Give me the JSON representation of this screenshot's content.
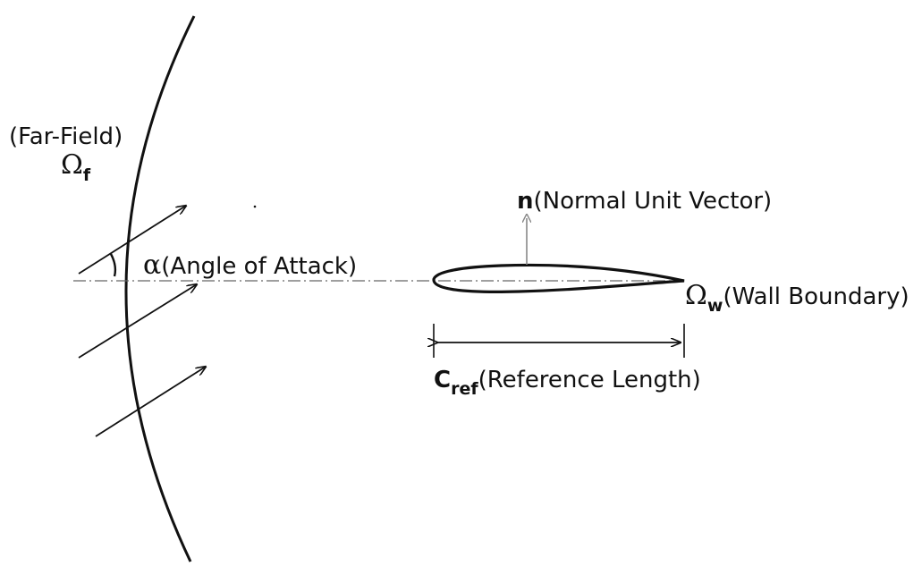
{
  "labels": {
    "far_field": "(Far-Field)",
    "far_field_symbol": "Ω",
    "far_field_subscript": "f",
    "angle_symbol": "α",
    "angle_text": "(Angle of Attack)",
    "normal_symbol": "n",
    "normal_text": "(Normal Unit Vector)",
    "wall_symbol": "Ω",
    "wall_subscript": "w",
    "wall_text": "(Wall Boundary)",
    "ref_symbol": "C",
    "ref_subscript": "ref",
    "ref_text": "(Reference Length)"
  },
  "colors": {
    "ink": "#111111",
    "normal_arrow": "#888888",
    "axis_line": "#666666"
  }
}
